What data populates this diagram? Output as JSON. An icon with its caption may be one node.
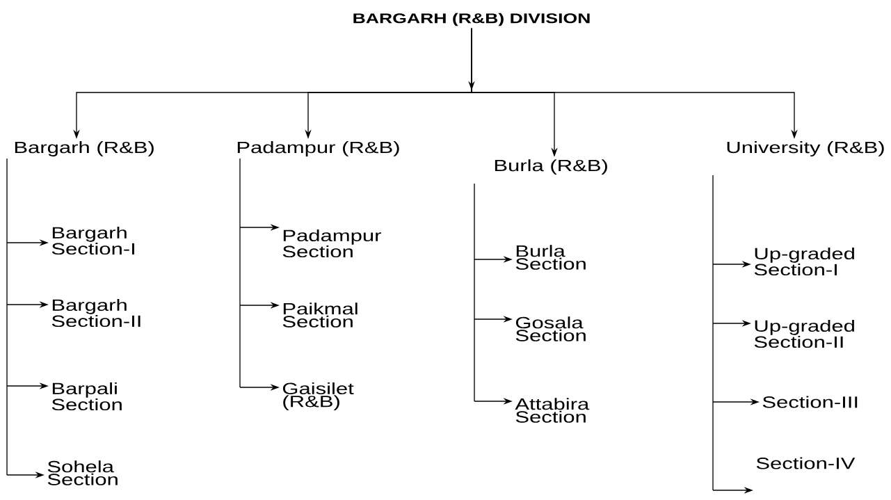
{
  "diagram": {
    "nodes": [
      {
        "text": [
          "BARGARH (R&B) DIVISION"
        ]
      },
      {
        "text": [
          "Bargarh (R&B)"
        ]
      },
      {
        "text": [
          "Padampur (R&B)"
        ]
      },
      {
        "text": [
          "Burla (R&B)"
        ]
      },
      {
        "text": [
          "University (R&B)"
        ]
      },
      {
        "text": [
          "Bargarh Section-I"
        ]
      },
      {
        "text": [
          "Bargarh Section-II"
        ]
      },
      {
        "text": [
          "Barpali Section"
        ]
      },
      {
        "text": [
          "Sohela Section"
        ]
      },
      {
        "text": [
          "Padampur Section"
        ]
      },
      {
        "text": [
          "Paikmal Section"
        ]
      },
      {
        "text": [
          "Gaisilet (R&B)"
        ]
      },
      {
        "text": [
          "Burla Section"
        ]
      },
      {
        "text": [
          "Gosala Section"
        ]
      },
      {
        "text": [
          "Attabira Section"
        ]
      },
      {
        "text": [
          "Up-graded Section-I"
        ]
      },
      {
        "text": [
          "Up-graded Section-II"
        ]
      },
      {
        "text": [
          "Section-III"
        ]
      },
      {
        "text": [
          "Section-IV"
        ]
      }
    ],
    "edges": [
      {
        "from": 0,
        "to": 1,
        "arrow": "to"
      },
      {
        "from": 0,
        "to": 2,
        "arrow": "to"
      },
      {
        "from": 0,
        "to": 3,
        "arrow": "to"
      },
      {
        "from": 0,
        "to": 4,
        "arrow": "to"
      },
      {
        "from": 1,
        "to": 5,
        "arrow": "to"
      },
      {
        "from": 1,
        "to": 6,
        "arrow": "to"
      },
      {
        "from": 1,
        "to": 7,
        "arrow": "to"
      },
      {
        "from": 1,
        "to": 8,
        "arrow": "to"
      },
      {
        "from": 2,
        "to": 9,
        "arrow": "to"
      },
      {
        "from": 2,
        "to": 10,
        "arrow": "to"
      },
      {
        "from": 2,
        "to": 11,
        "arrow": "to"
      },
      {
        "from": 3,
        "to": 12,
        "arrow": "to"
      },
      {
        "from": 3,
        "to": 13,
        "arrow": "to"
      },
      {
        "from": 3,
        "to": 14,
        "arrow": "to"
      },
      {
        "from": 4,
        "to": 15,
        "arrow": "to"
      },
      {
        "from": 4,
        "to": 16,
        "arrow": "to"
      },
      {
        "from": 4,
        "to": 17,
        "arrow": "to"
      },
      {
        "from": 4,
        "to": 18,
        "arrow": "to"
      }
    ]
  }
}
